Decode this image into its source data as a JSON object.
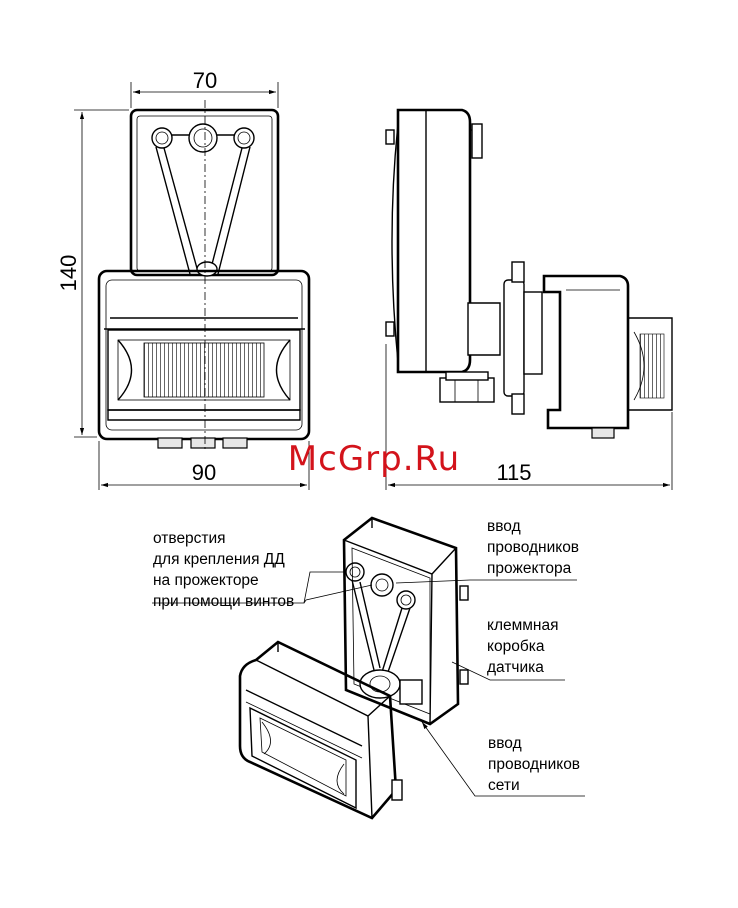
{
  "dimensions": {
    "front_width": "70",
    "front_height": "140",
    "sensor_width": "90",
    "side_depth": "115"
  },
  "watermark": "McGrp.Ru",
  "callouts": {
    "mounting_holes": [
      "отверстия",
      "для крепления ДД",
      "на прожекторе",
      "при помощи винтов"
    ],
    "floodlight_wire_entry": [
      "ввод",
      "проводников",
      "прожектора"
    ],
    "terminal_box": [
      "клеммная",
      "коробка",
      "датчика"
    ],
    "mains_wire_entry": [
      "ввод",
      "проводников",
      "сети"
    ]
  },
  "colors": {
    "line": "#000000",
    "watermark": "#d3131b",
    "background": "#ffffff"
  }
}
